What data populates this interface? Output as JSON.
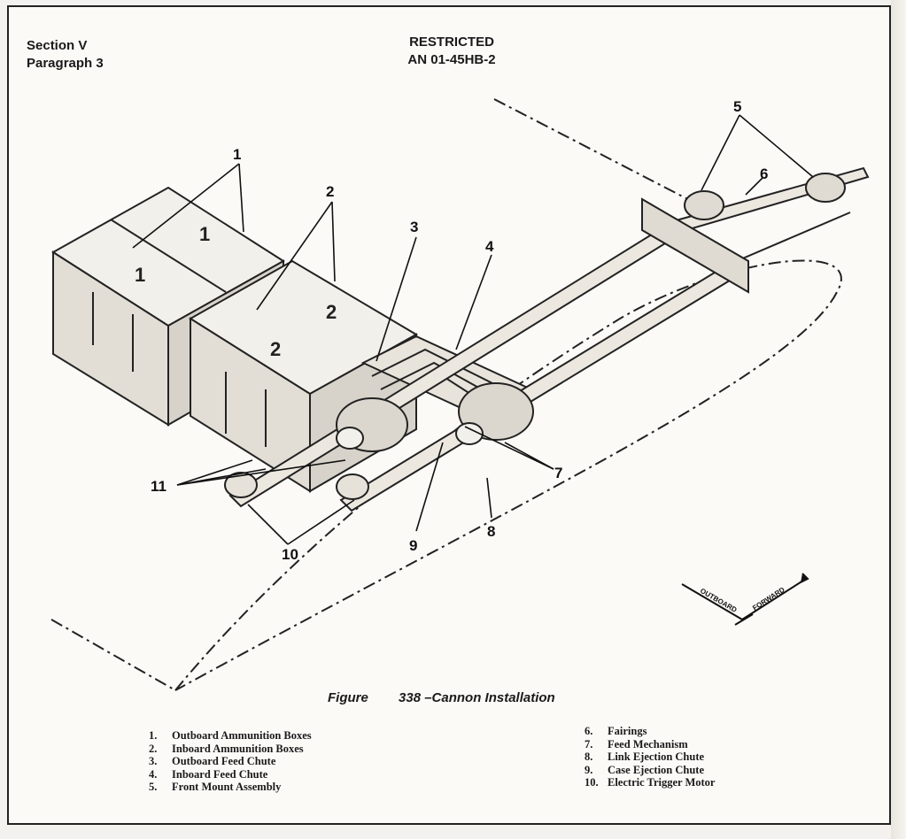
{
  "header": {
    "section": "Section V",
    "paragraph": "Paragraph 3",
    "classification": "RESTRICTED",
    "doc_number": "AN 01-45HB-2"
  },
  "caption": {
    "figure_word": "Figure",
    "figure_title": "338 –Cannon Installation"
  },
  "box_labels": [
    "1",
    "1",
    "2",
    "2"
  ],
  "callouts": [
    "1",
    "2",
    "3",
    "4",
    "5",
    "6",
    "7",
    "8",
    "9",
    "10",
    "11"
  ],
  "direction": {
    "outboard": "OUTBOARD",
    "forward": "FORWARD"
  },
  "legend_left": [
    {
      "num": "1.",
      "text": "Outboard Ammunition Boxes"
    },
    {
      "num": "2.",
      "text": "Inboard Ammunition Boxes"
    },
    {
      "num": "3.",
      "text": "Outboard Feed Chute"
    },
    {
      "num": "4.",
      "text": "Inboard Feed Chute"
    },
    {
      "num": "5.",
      "text": "Front Mount Assembly"
    }
  ],
  "legend_right": [
    {
      "num": "6.",
      "text": "Fairings"
    },
    {
      "num": "7.",
      "text": "Feed Mechanism"
    },
    {
      "num": "8.",
      "text": "Link Ejection Chute"
    },
    {
      "num": "9.",
      "text": "Case Ejection Chute"
    },
    {
      "num": "10.",
      "text": "Electric Trigger Motor"
    }
  ]
}
